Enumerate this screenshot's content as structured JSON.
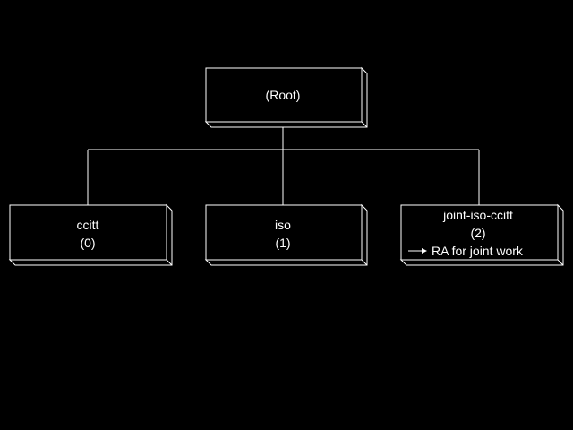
{
  "diagram": {
    "root": {
      "label": "(Root)"
    },
    "children": [
      {
        "name": "ccitt",
        "number": "(0)"
      },
      {
        "name": "iso",
        "number": "(1)"
      },
      {
        "name": "joint-iso-ccitt",
        "number": "(2)",
        "note": "RA for joint work"
      }
    ]
  },
  "colors": {
    "background": "#000000",
    "foreground": "#ffffff"
  }
}
